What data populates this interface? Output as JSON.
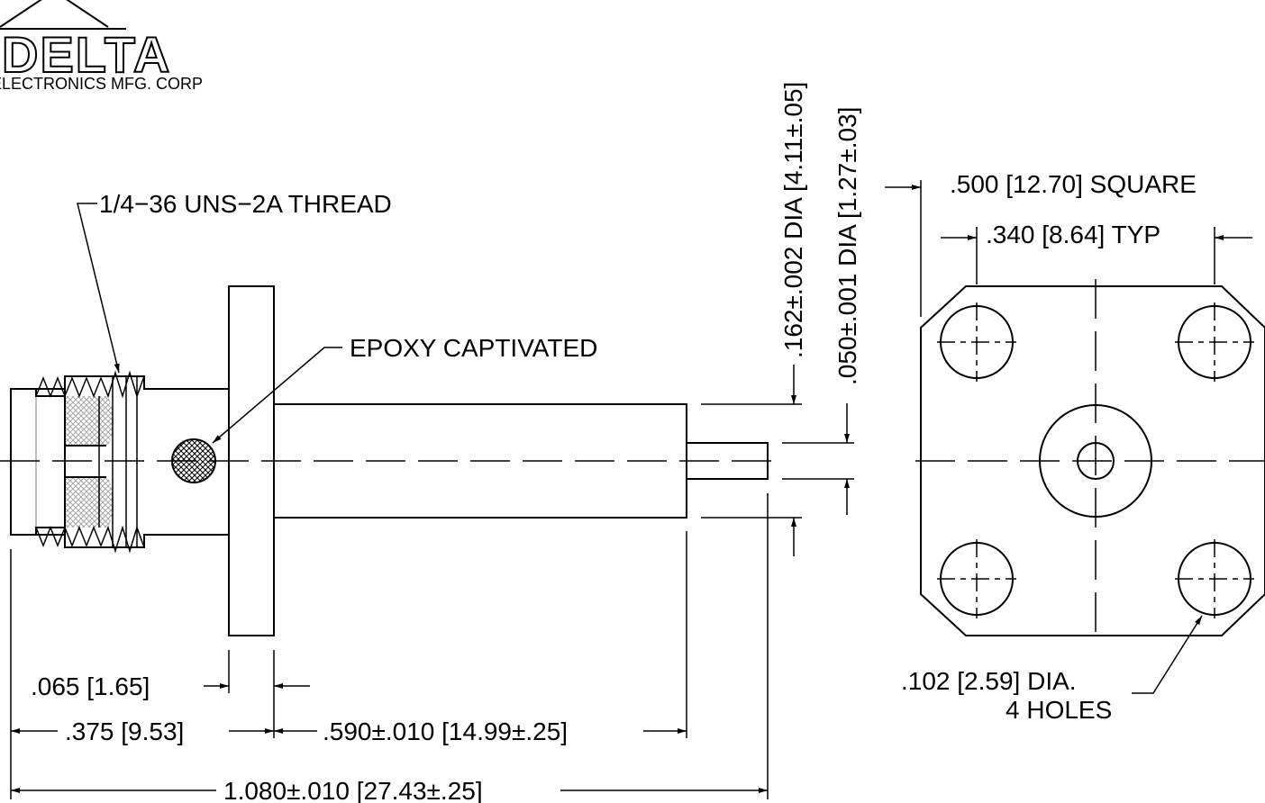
{
  "logo": {
    "brand": "DELTA",
    "subtitle": "ELECTRONICS MFG. CORP"
  },
  "callouts": {
    "thread": "1/4−36 UNS−2A THREAD",
    "epoxy": "EPOXY CAPTIVATED",
    "holes_line1": ".102 [2.59] DIA.",
    "holes_line2": "4 HOLES"
  },
  "dimensions": {
    "flange_thickness": ".065 [1.65]",
    "front_length": ".375 [9.53]",
    "rear_length": ".590±.010 [14.99±.25]",
    "overall_length": "1.080±.010 [27.43±.25]",
    "body_dia": ".162±.002 DIA [4.11±.05]",
    "pin_dia": ".050±.001 DIA [1.27±.03]",
    "flange_square": ".500 [12.70] SQUARE",
    "hole_spacing": ".340 [8.64] TYP"
  },
  "colors": {
    "ink": "#000000",
    "paper": "#ffffff"
  }
}
